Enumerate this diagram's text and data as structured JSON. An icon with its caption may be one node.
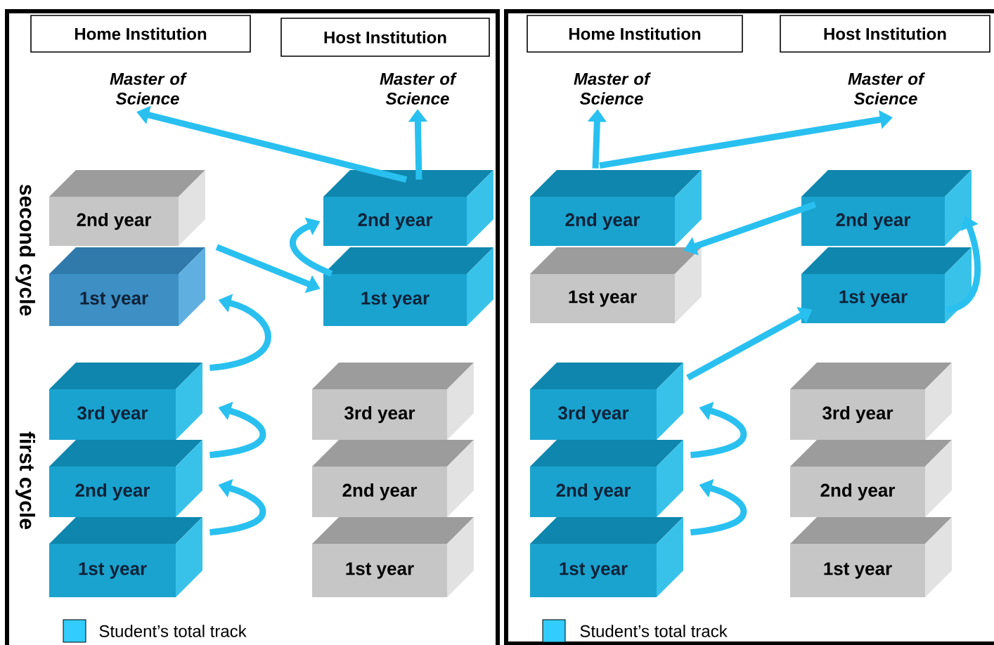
{
  "diagram": {
    "nodes": [
      {
        "text": [
          "Home Institution"
        ]
      },
      {
        "text": [
          "Host Institution"
        ]
      },
      {
        "text": [
          "Master of Science"
        ]
      },
      {
        "text": [
          "Master of Science"
        ]
      },
      {
        "text": [
          "2nd year"
        ]
      },
      {
        "text": [
          "1st year"
        ]
      },
      {
        "text": [
          "2nd year"
        ]
      },
      {
        "text": [
          "1st year"
        ]
      },
      {
        "text": [
          "3rd year"
        ]
      },
      {
        "text": [
          "2nd year"
        ]
      },
      {
        "text": [
          "1st year"
        ]
      },
      {
        "text": [
          "3rd year"
        ]
      },
      {
        "text": [
          "2nd year"
        ]
      },
      {
        "text": [
          "1st year"
        ]
      },
      {
        "text": [
          "Home Institution"
        ]
      },
      {
        "text": [
          "Host Institution"
        ]
      },
      {
        "text": [
          "Master of Science"
        ]
      },
      {
        "text": [
          "Master of Science"
        ]
      },
      {
        "text": [
          "2nd year"
        ]
      },
      {
        "text": [
          "1st year"
        ]
      },
      {
        "text": [
          "2nd year"
        ]
      },
      {
        "text": [
          "1st year"
        ]
      },
      {
        "text": [
          "3rd year"
        ]
      },
      {
        "text": [
          "2nd year"
        ]
      },
      {
        "text": [
          "1st year"
        ]
      },
      {
        "text": [
          "3rd year"
        ]
      },
      {
        "text": [
          "2nd year"
        ]
      },
      {
        "text": [
          "1st year"
        ]
      }
    ],
    "edges": [
      {
        "from": 6,
        "to": 2,
        "arrow": "to"
      },
      {
        "from": 6,
        "to": 3,
        "arrow": "to"
      },
      {
        "from": 5,
        "to": 7,
        "arrow": "to"
      },
      {
        "from": 7,
        "to": 6,
        "arrow": "to"
      },
      {
        "from": 8,
        "to": 5,
        "arrow": "to"
      },
      {
        "from": 9,
        "to": 8,
        "arrow": "to"
      },
      {
        "from": 10,
        "to": 9,
        "arrow": "to"
      },
      {
        "from": 18,
        "to": 16,
        "arrow": "to"
      },
      {
        "from": 18,
        "to": 17,
        "arrow": "to"
      },
      {
        "from": 20,
        "to": 18,
        "arrow": "to"
      },
      {
        "from": 21,
        "to": 20,
        "arrow": "to"
      },
      {
        "from": 22,
        "to": 21,
        "arrow": "to"
      },
      {
        "from": 23,
        "to": 22,
        "arrow": "to"
      },
      {
        "from": 24,
        "to": 23,
        "arrow": "to"
      }
    ],
    "labels": [
      "second cycle",
      "first cycle"
    ],
    "legend": [
      {
        "text": "Student’s total track",
        "color": "#33ccff"
      },
      {
        "text": "Student’s total track",
        "color": "#33ccff"
      }
    ]
  }
}
